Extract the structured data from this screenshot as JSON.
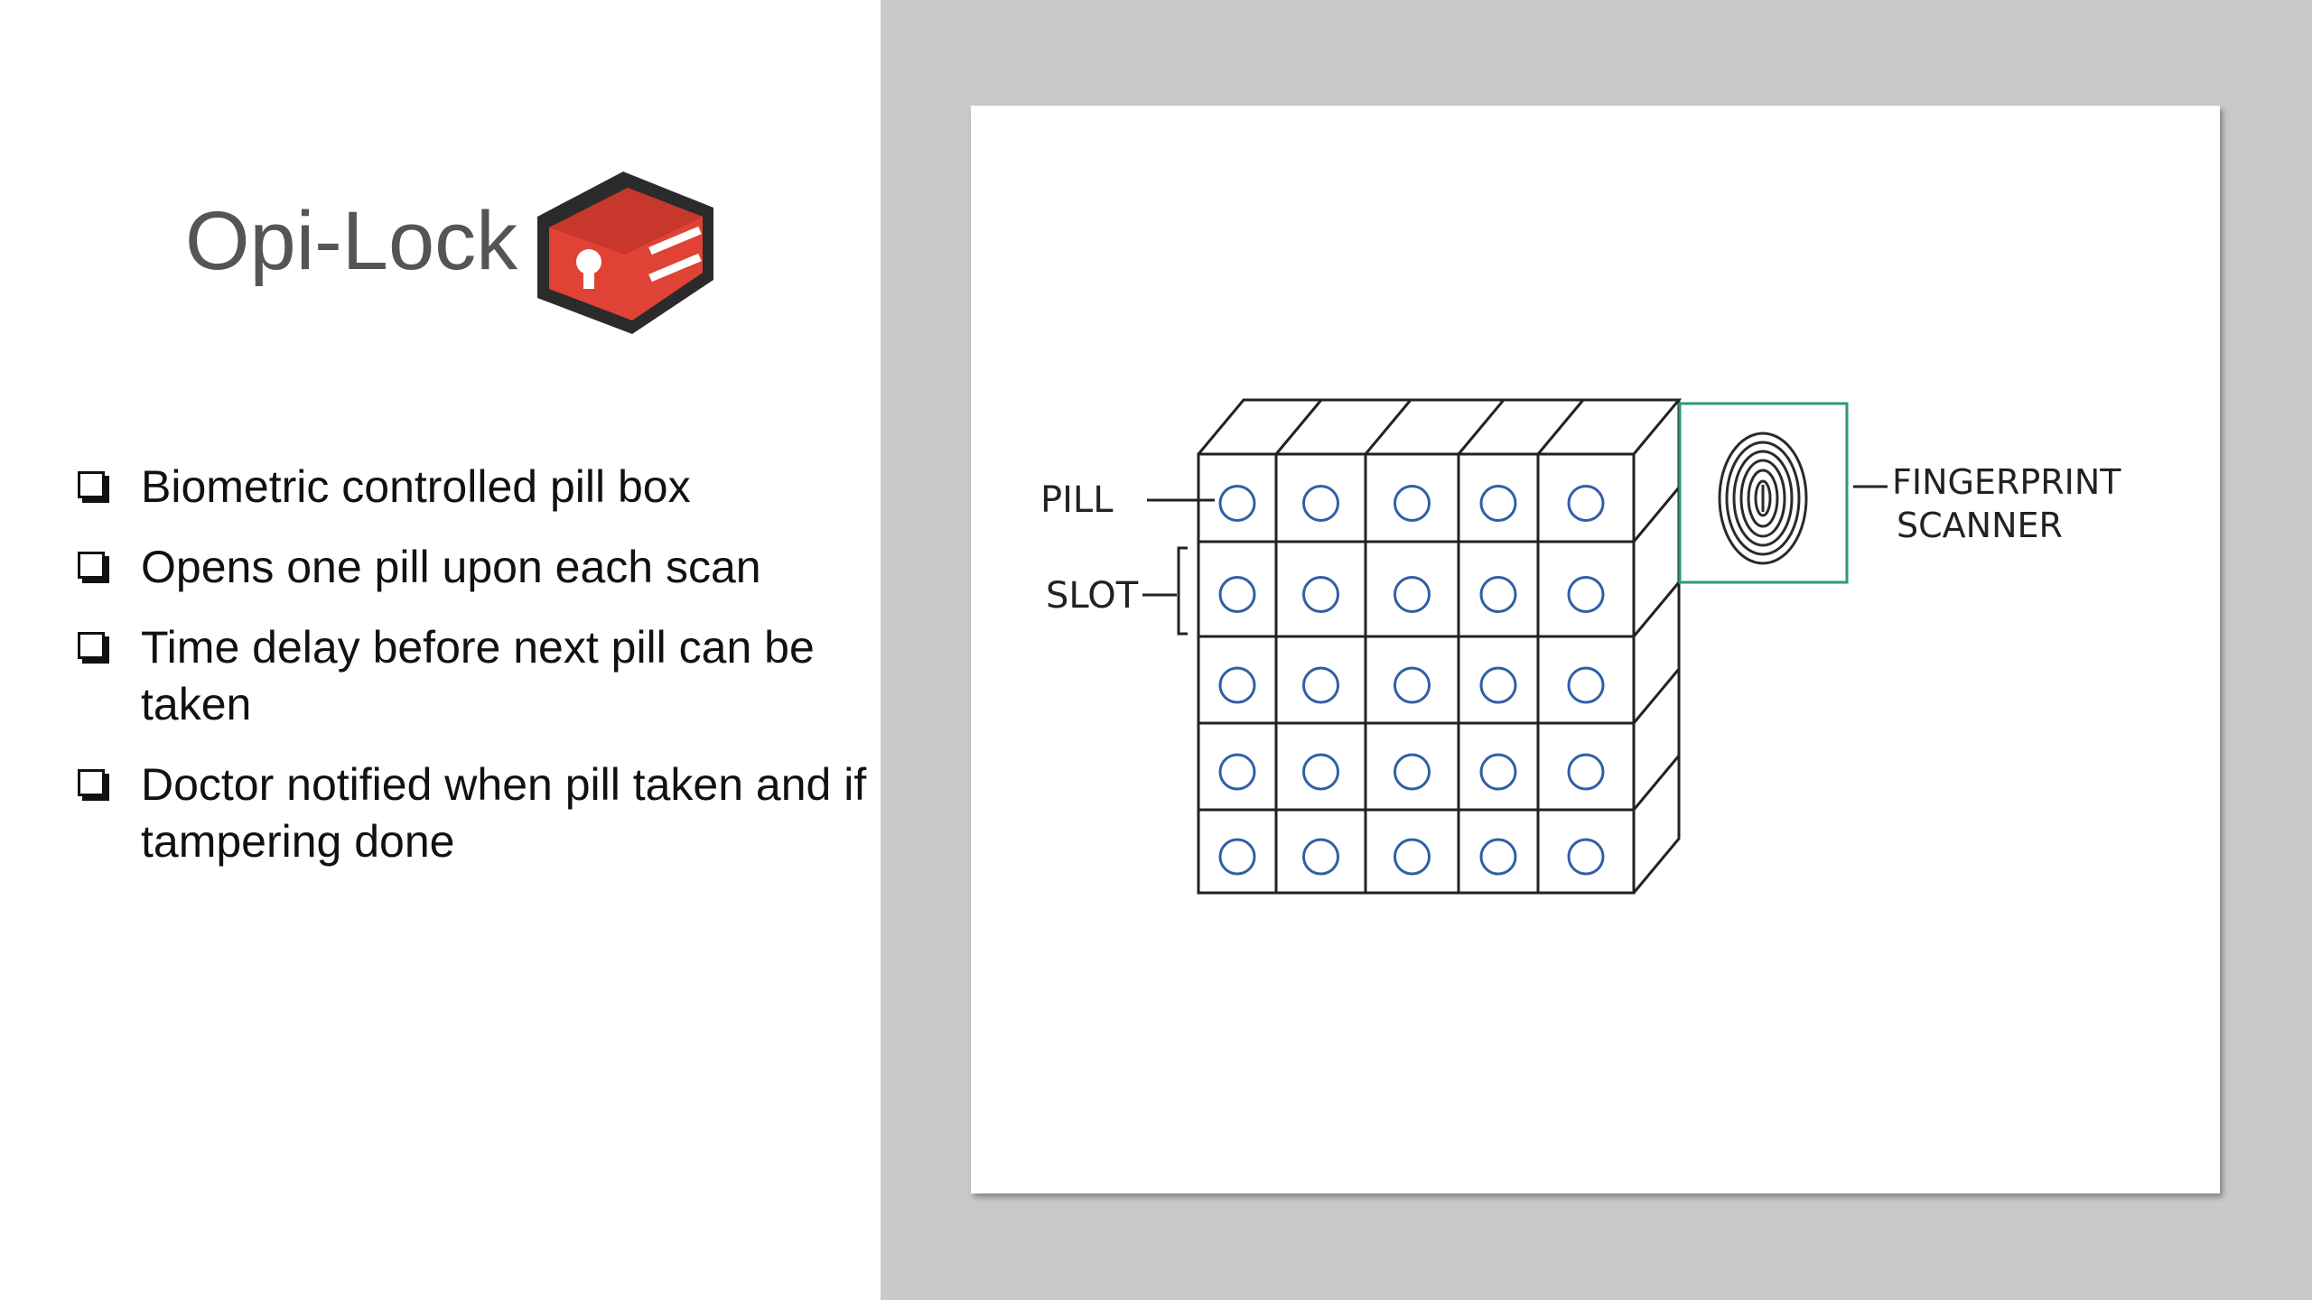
{
  "logo": {
    "text": "Opi-Lock",
    "icon": "red-lock-cube-icon",
    "colors": {
      "text": "#555555",
      "cube_red": "#e04235",
      "cube_dark": "#2b2b2b"
    }
  },
  "bullets": [
    {
      "text": "Biometric controlled pill box"
    },
    {
      "text": "Opens one pill upon each scan"
    },
    {
      "text": "Time delay before next pill can be taken"
    },
    {
      "text": "Doctor notified when pill taken and if tampering done"
    }
  ],
  "diagram": {
    "labels": {
      "pill": "PILL",
      "slot": "SLOT",
      "scanner_line1": "FINGERPRINT",
      "scanner_line2": "SCANNER"
    },
    "grid": {
      "rows": 5,
      "cols": 5
    },
    "colors": {
      "pill_circle": "#2f5fa8",
      "scanner_frame": "#2e9a6e",
      "line": "#222222",
      "background": "#c8c9c8"
    }
  }
}
